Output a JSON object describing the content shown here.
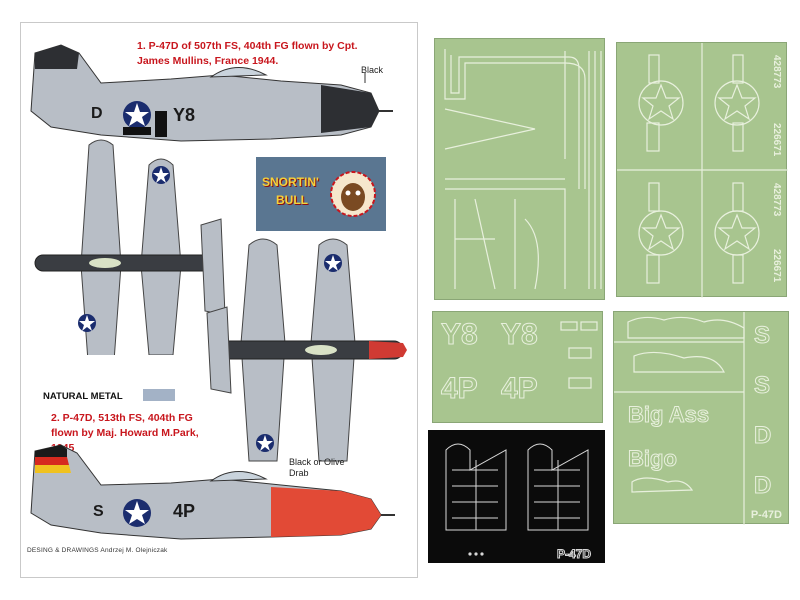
{
  "sheet": {
    "caption_1": "1. P-47D of 507th FS, 404th FG flown by Cpt. James Mullins, France 1944.",
    "caption_2": "2. P-47D, 513th FS, 404th FG flown by Maj. Howard M.Park, 1945",
    "note_black": "Black",
    "note_black_or_olive": "Black or Olive Drab",
    "natural_metal_label": "NATURAL METAL",
    "credits": "DESING & DRAWINGS  Andrzej M. Olejniczak",
    "nose_art_line_1": "SNORTIN'",
    "nose_art_line_2": "BULL",
    "aircraft_1_code_left": "D",
    "aircraft_1_code_right": "Y8",
    "aircraft_2_code_left": "S",
    "aircraft_2_code_right": "4P"
  },
  "masks": {
    "serial_1": "428773",
    "serial_2": "226671",
    "code_y8_a": "Y8",
    "code_y8_b": "Y8",
    "code_4p_a": "4P",
    "code_4p_b": "4P",
    "letter_s_1": "S",
    "letter_s_2": "S",
    "letter_d_1": "D",
    "letter_d_2": "D",
    "name_1": "Big Ass",
    "name_2": "Bigo",
    "type_label": "P-47D",
    "wheel_label": "P-47D"
  },
  "colors": {
    "mask_green": "#a8c58f",
    "caption_red": "#c8161d",
    "natural_metal": "#a3b2c6"
  }
}
